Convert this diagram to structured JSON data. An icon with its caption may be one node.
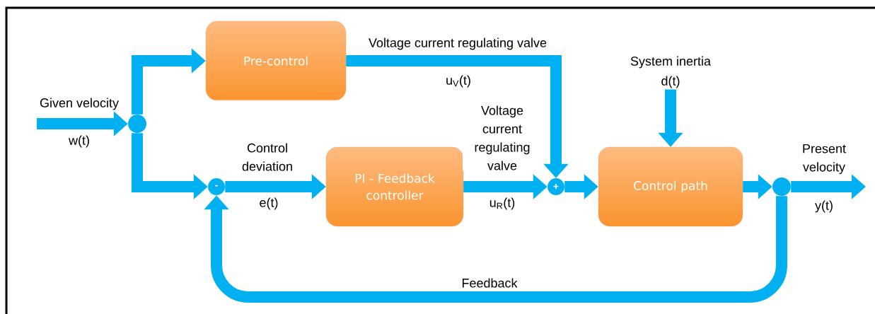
{
  "diagram": {
    "nodes": [
      {
        "text": [
          "Pre-control"
        ]
      },
      {
        "text": [
          "PI - Feedback controller"
        ]
      },
      {
        "text": [
          "Control path"
        ]
      },
      {
        "text": [],
        "shape": "circle"
      },
      {
        "text": [
          "-"
        ]
      },
      {
        "text": [
          "+"
        ]
      },
      {
        "text": [],
        "shape": "circle"
      },
      {
        "text": [
          "System inertia",
          "d(t)"
        ]
      }
    ],
    "edges": [
      {
        "from": null,
        "to": 3,
        "arrow": "to",
        "label": "Given velocity"
      },
      {
        "from": 3,
        "to": 0,
        "arrow": "to"
      },
      {
        "from": 3,
        "to": 4,
        "arrow": "to"
      },
      {
        "from": 0,
        "to": 5,
        "arrow": "to",
        "label": "Voltage current regulating valve"
      },
      {
        "from": 4,
        "to": 1,
        "arrow": "to",
        "label": "Control deviation"
      },
      {
        "from": 1,
        "to": 5,
        "arrow": "to",
        "label": "Voltage current regulating valve"
      },
      {
        "from": 7,
        "to": 2,
        "arrow": "to"
      },
      {
        "from": 5,
        "to": 2,
        "arrow": "to"
      },
      {
        "from": 2,
        "to": 6,
        "arrow": "to"
      },
      {
        "from": 6,
        "to": null,
        "arrow": "to",
        "label": "Present velocity"
      },
      {
        "from": 6,
        "to": 4,
        "arrow": "to",
        "label": "Feedback"
      }
    ],
    "labels": [
      "w(t)",
      "u$_{V}$(t)",
      "e(t)",
      "u$_{R}$(t)",
      "y(t)"
    ]
  }
}
